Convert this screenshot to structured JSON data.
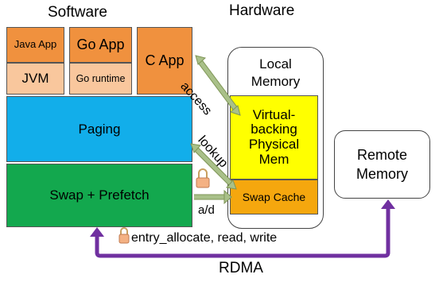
{
  "headings": {
    "software": "Software",
    "hardware": "Hardware"
  },
  "software": {
    "java_app": "Java App",
    "jvm": "JVM",
    "go_app": "Go App",
    "go_runtime": "Go runtime",
    "c_app": "C App",
    "paging": "Paging",
    "swap_prefetch": "Swap + Prefetch"
  },
  "hardware": {
    "local_memory": "Local Memory",
    "virtual_backing": "Virtual-backing Physical Mem",
    "swap_cache": "Swap Cache",
    "remote_memory": "Remote Memory"
  },
  "edges": {
    "access": "access",
    "lookup": "lookup",
    "allocate_delete": "a/d",
    "rdma_ops": "entry_allocate, read, write",
    "rdma": "RDMA"
  },
  "icons": [
    "lock-icon",
    "lock-icon"
  ],
  "colors": {
    "app": "#f0913e",
    "runtime": "#f9c79d",
    "paging": "#12aeea",
    "swap": "#13a84e",
    "virtual_backing": "#ffff00",
    "swap_cache": "#f5a70e",
    "rdma_arrow": "#7030a0",
    "access_arrow": "#a9c089"
  }
}
